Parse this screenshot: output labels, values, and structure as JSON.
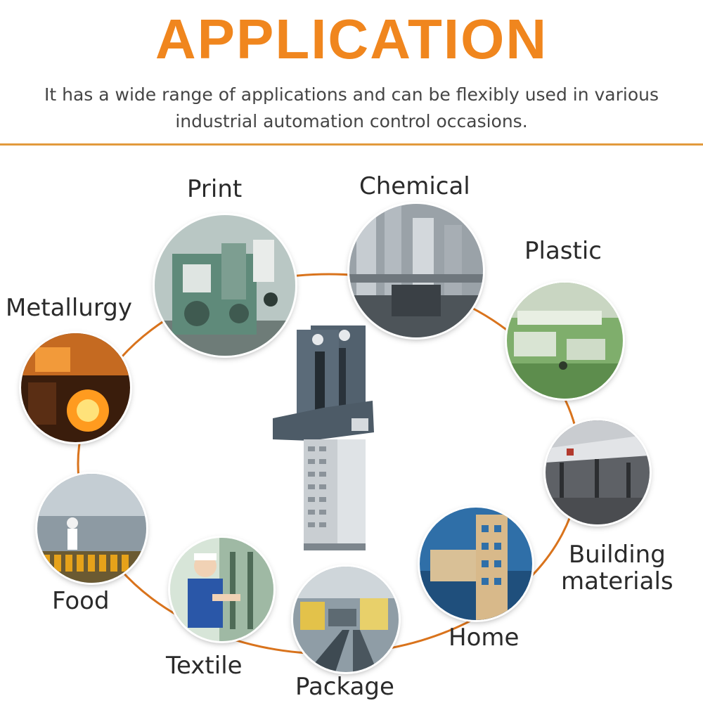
{
  "header": {
    "title": "APPLICATION",
    "subtitle_line1": "It has a wide range of applications and can be flexibly used in various",
    "subtitle_line2": "industrial automation control occasions."
  },
  "applications": {
    "print": "Print",
    "chemical": "Chemical",
    "plastic": "Plastic",
    "metallurgy": "Metallurgy",
    "building_line1": "Building",
    "building_line2": "materials",
    "food": "Food",
    "textile": "Textile",
    "package": "Package",
    "home": "Home"
  },
  "colors": {
    "accent": "#f0861e",
    "ring": "#d9731c",
    "product_body": "#5b6b79"
  }
}
